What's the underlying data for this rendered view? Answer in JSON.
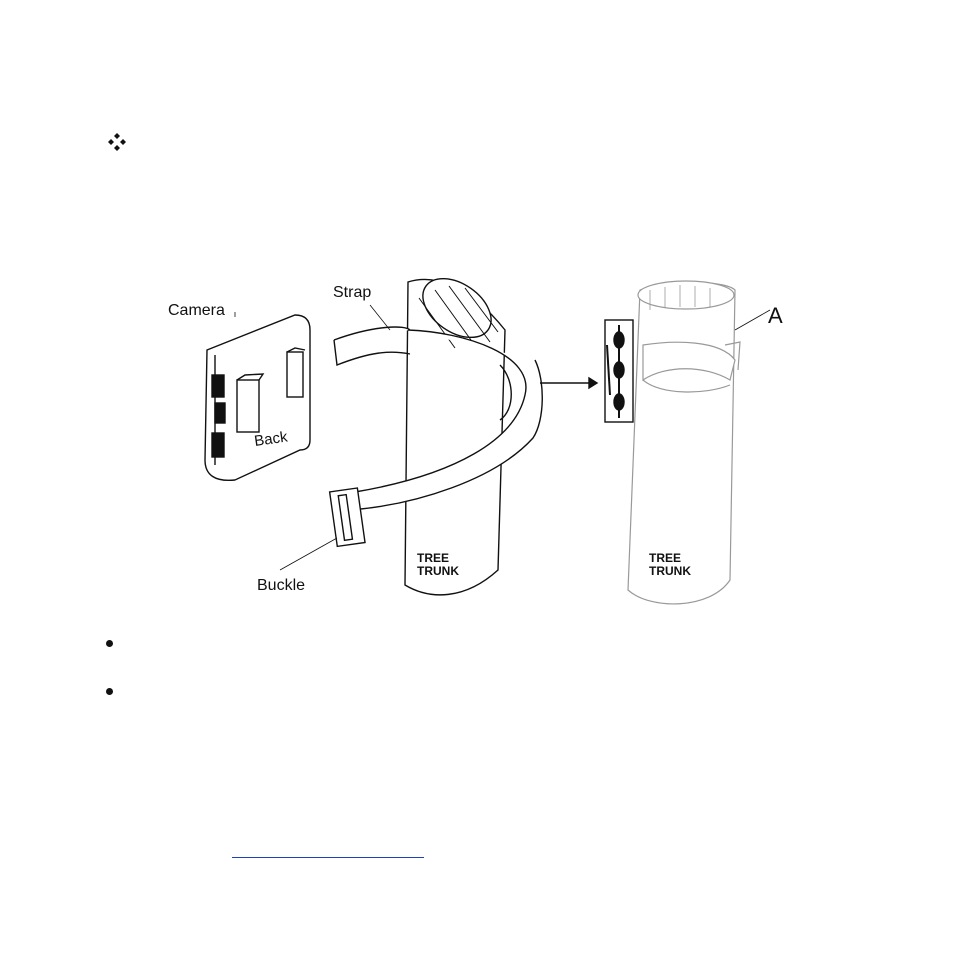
{
  "figure": {
    "camera_label": "Camera",
    "strap_label": "Strap",
    "back_label": "Back",
    "buckle_label": "Buckle",
    "tree_label_1": "TREE",
    "tree_label_2": "TRUNK",
    "tree_label_right_1": "TREE",
    "tree_label_right_2": "TRUNK",
    "point_label": "A"
  },
  "bullets": [
    "",
    ""
  ],
  "link": {
    "text": ""
  }
}
